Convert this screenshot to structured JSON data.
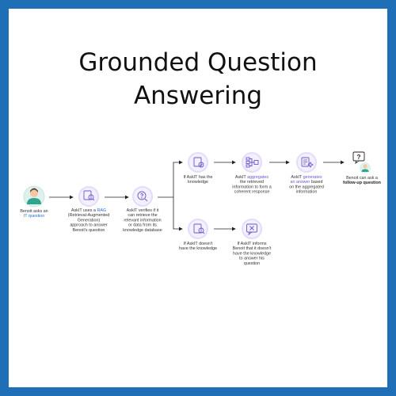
{
  "title": {
    "line1": "Grounded Question",
    "line2": "Answering"
  },
  "colors": {
    "border": "#1f6fb6",
    "node_ring": "#e3dcfa",
    "node_inner": "#f4f0ff",
    "icon_stroke": "#6b57c8",
    "arrow": "#222222",
    "highlight_blue": "#1f6fd8",
    "highlight_purple": "#7a4fd8"
  },
  "nodes": {
    "user": {
      "icon": "person-avatar-icon",
      "lines": [
        [
          {
            "t": "Benoit asks an"
          }
        ],
        [
          {
            "t": "IT question",
            "s": "hl"
          }
        ]
      ]
    },
    "rag": {
      "icon": "search-document-icon",
      "lines": [
        [
          {
            "t": "AskIT uses a "
          },
          {
            "t": "RAG",
            "s": "hl"
          }
        ],
        [
          {
            "t": "(Retrieval-Augmented"
          }
        ],
        [
          {
            "t": "Generation)"
          }
        ],
        [
          {
            "t": "approach to answer"
          }
        ],
        [
          {
            "t": "Benoit's question"
          }
        ]
      ]
    },
    "verify": {
      "icon": "question-search-icon",
      "lines": [
        [
          {
            "t": "AskIT verifies if it"
          }
        ],
        [
          {
            "t": "can retrieve the"
          }
        ],
        [
          {
            "t": "relevant information"
          }
        ],
        [
          {
            "t": "or data from its"
          }
        ],
        [
          {
            "t": "knowledge database"
          }
        ]
      ]
    },
    "has_knowledge": {
      "icon": "document-check-icon",
      "lines": [
        [
          {
            "t": "If AskIT has the"
          }
        ],
        [
          {
            "t": "knowledge"
          }
        ]
      ]
    },
    "aggregate": {
      "icon": "aggregate-data-icon",
      "lines": [
        [
          {
            "t": "AskIT "
          },
          {
            "t": "aggregates",
            "s": "hl-purple"
          }
        ],
        [
          {
            "t": "the retrieved"
          }
        ],
        [
          {
            "t": "information to form a"
          }
        ],
        [
          {
            "t": "coherent response"
          }
        ]
      ]
    },
    "generate": {
      "icon": "generate-answer-icon",
      "lines": [
        [
          {
            "t": "AskIT "
          },
          {
            "t": "generates",
            "s": "hl-purple"
          }
        ],
        [
          {
            "t": "an answer",
            "s": "hl-purple"
          },
          {
            "t": " based"
          }
        ],
        [
          {
            "t": "on the aggregated"
          }
        ],
        [
          {
            "t": "information"
          }
        ]
      ]
    },
    "follow_up": {
      "icon": "question-bubble-icon",
      "lines": [
        [
          {
            "t": "Benoit can ask a"
          }
        ],
        [
          {
            "t": "follow-up question",
            "s": "bold"
          }
        ]
      ]
    },
    "no_knowledge": {
      "icon": "document-search-icon",
      "lines": [
        [
          {
            "t": "If AskIT doesn't"
          }
        ],
        [
          {
            "t": "have the knowledge"
          }
        ]
      ]
    },
    "inform": {
      "icon": "close-message-icon",
      "lines": [
        [
          {
            "t": "If AskIT informs"
          }
        ],
        [
          {
            "t": "Benoit that it doesn't"
          }
        ],
        [
          {
            "t": "have the knowledge"
          }
        ],
        [
          {
            "t": "to answer his"
          }
        ],
        [
          {
            "t": "question"
          }
        ]
      ]
    }
  }
}
